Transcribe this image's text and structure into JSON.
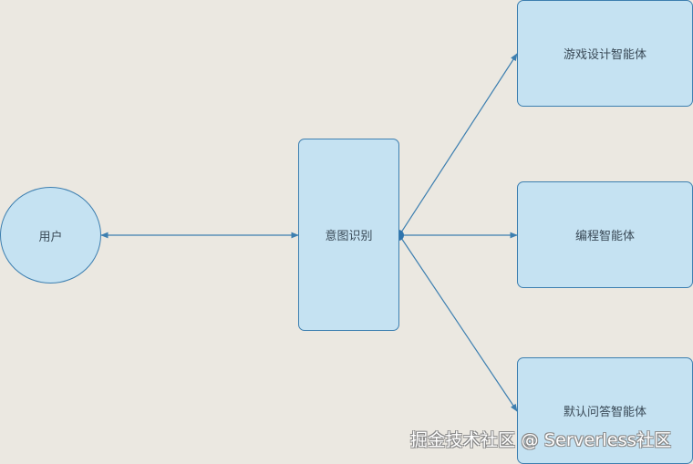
{
  "diagram": {
    "background_color": "#ebe8e1",
    "node_fill_color": "#c5e2f2",
    "node_border_color": "#3d7fb0",
    "edge_color": "#3d7fb0",
    "nodes": {
      "user": {
        "label": "用户",
        "shape": "circle"
      },
      "intent": {
        "label": "意图识别",
        "shape": "rounded-rect"
      },
      "game_agent": {
        "label": "游戏设计智能体",
        "shape": "rounded-rect"
      },
      "coding_agent": {
        "label": "编程智能体",
        "shape": "rounded-rect"
      },
      "default_agent": {
        "label": "默认问答智能体",
        "shape": "rounded-rect"
      }
    },
    "edges": [
      {
        "from": "user",
        "to": "intent",
        "direction": "bidirectional"
      },
      {
        "from": "intent",
        "to": "game_agent",
        "direction": "forward"
      },
      {
        "from": "intent",
        "to": "coding_agent",
        "direction": "forward"
      },
      {
        "from": "intent",
        "to": "default_agent",
        "direction": "forward"
      }
    ]
  },
  "watermark": {
    "text": "掘金技术社区 @ Serverless社区"
  }
}
